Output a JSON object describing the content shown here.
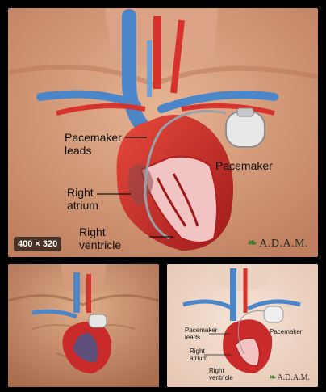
{
  "main_image": {
    "size_badge": "400 × 320",
    "labels": {
      "pacemaker_leads_line1": "Pacemaker",
      "pacemaker_leads_line2": "leads",
      "pacemaker": "Pacemaker",
      "right_atrium_line1": "Right",
      "right_atrium_line2": "atrium",
      "right_ventricle_line1": "Right",
      "right_ventricle_line2": "ventricle"
    },
    "brand": "A.D.A.M.",
    "brand_mark": "❧"
  },
  "thumbnails": [
    {
      "name": "chest-heart-pacemaker-thumbnail"
    },
    {
      "name": "pacemaker-diagram-thumbnail",
      "labels": {
        "pacemaker_leads_line1": "Pacemaker",
        "pacemaker_leads_line2": "leads",
        "pacemaker": "Pacemaker",
        "right_atrium_line1": "Right",
        "right_atrium_line2": "atrium",
        "right_ventricle_line1": "Right",
        "right_ventricle_line2": "ventricle"
      },
      "brand": "A.D.A.M.",
      "brand_mark": "❧"
    }
  ],
  "colors": {
    "background": "#000000",
    "skin": "#d49a78",
    "vein_blue": "#4a86c8",
    "artery_red": "#d8322c",
    "heart_red": "#c92a2a"
  }
}
